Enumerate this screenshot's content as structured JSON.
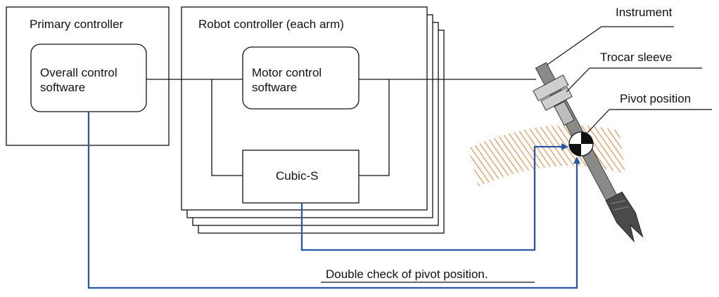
{
  "labels": {
    "primary_controller": "Primary controller",
    "overall_control": "Overall control software",
    "robot_controller": "Robot controller (each arm)",
    "motor_control": "Motor control software",
    "cubic": "Cubic-S",
    "instrument": "Instrument",
    "trocar_sleeve": "Trocar sleeve",
    "pivot_position": "Pivot position",
    "double_check": "Double check of pivot position."
  },
  "colors": {
    "line": "#111111",
    "arrow": "#2a55a8",
    "tissue": "#e08a45",
    "instrument": "#8a8a8a"
  }
}
